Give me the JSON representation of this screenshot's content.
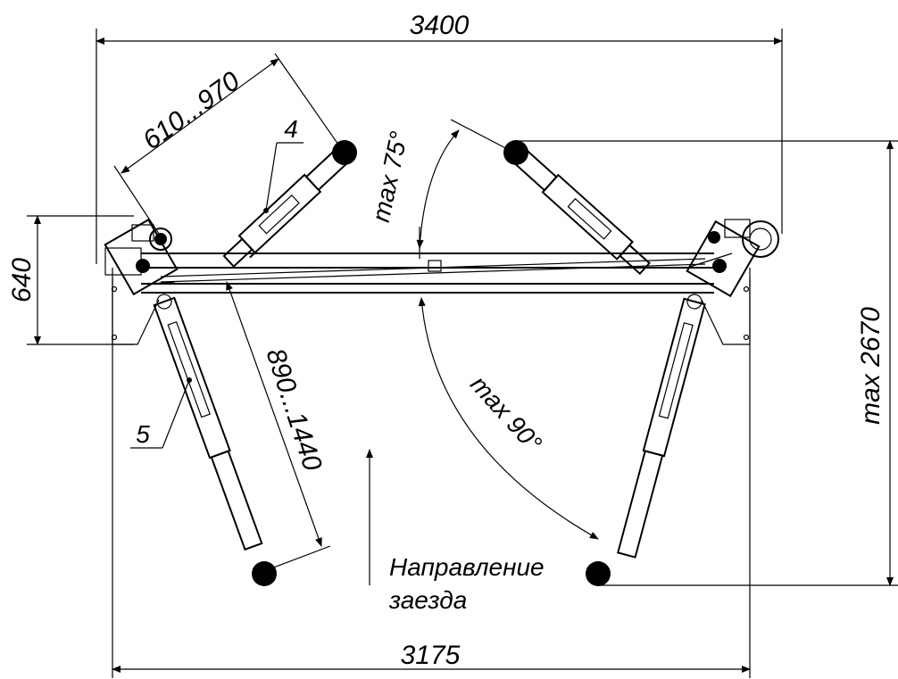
{
  "dimensions": {
    "overall_width": "3400",
    "base_width": "3175",
    "arm_short_range": "610...970",
    "arm_long_range": "890...1440",
    "post_depth": "640",
    "max_length": "max 2670",
    "angle_short_arm": "max 75°",
    "angle_long_arm": "max 90°"
  },
  "callouts": {
    "short_arm": "4",
    "long_arm": "5"
  },
  "direction": {
    "line1": "Направление",
    "line2": "заезда"
  }
}
